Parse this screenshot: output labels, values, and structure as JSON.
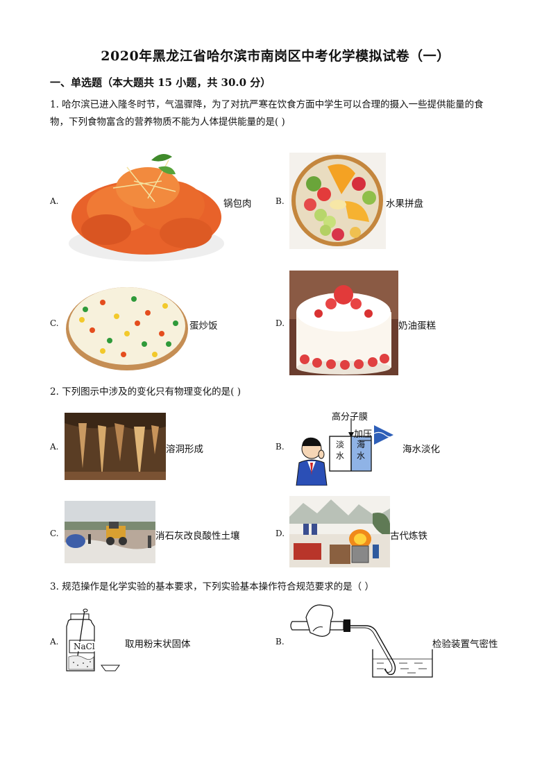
{
  "doc": {
    "title": "2020年黑龙江省哈尔滨市南岗区中考化学模拟试卷（一）",
    "section": "一、单选题（本大题共 15 小题，共 30.0 分）"
  },
  "questions": [
    {
      "stem_line1": "1. 哈尔滨已进入隆冬时节，气温骤降，为了对抗严寒在饮食方面中学生可以合理的摄入一些提供能量的食",
      "stem_line2": "物，下列食物富含的营养物质不能为人体提供能量的是(        )",
      "options": [
        {
          "letter": "A.",
          "caption": "锅包肉"
        },
        {
          "letter": "B.",
          "caption": "水果拼盘"
        },
        {
          "letter": "C.",
          "caption": "蛋炒饭"
        },
        {
          "letter": "D.",
          "caption": "奶油蛋糕"
        }
      ]
    },
    {
      "stem_line1": "2. 下列图示中涉及的变化只有物理变化的是(    )",
      "options": [
        {
          "letter": "A.",
          "caption": "溶洞形成"
        },
        {
          "letter": "B.",
          "caption": "海水淡化"
        },
        {
          "letter": "C.",
          "caption": "消石灰改良酸性土壤"
        },
        {
          "letter": "D.",
          "caption": "古代炼铁"
        }
      ],
      "diagram_labels": {
        "membrane": "高分子膜",
        "pressure": "加压",
        "fresh": "淡水",
        "sea": "海水"
      }
    },
    {
      "stem_line1": "3. 规范操作是化学实验的基本要求，下列实验基本操作符合规范要求的是（        ）",
      "options": [
        {
          "letter": "A.",
          "caption": "取用粉末状固体"
        },
        {
          "letter": "B.",
          "caption": "检验装置气密性"
        }
      ],
      "reagent_label": "NaCl"
    }
  ]
}
